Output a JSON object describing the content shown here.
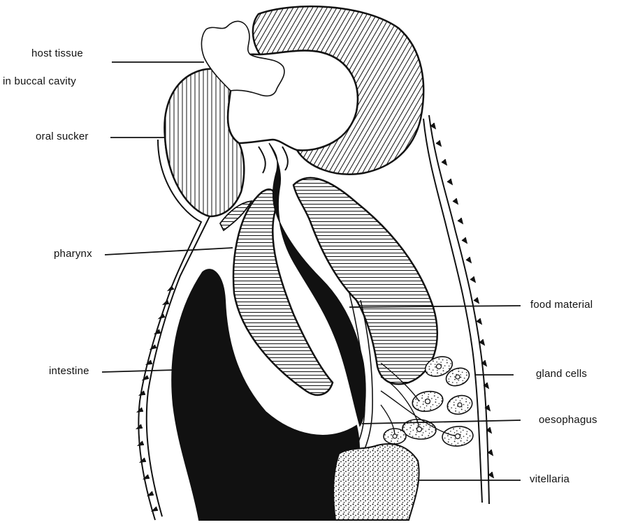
{
  "labels": {
    "host_tissue": "host tissue",
    "buccal_cavity": "in buccal cavity",
    "oral_sucker": "oral sucker",
    "pharynx": "pharynx",
    "food_material": "food material",
    "intestine": "intestine",
    "gland_cells": "gland cells",
    "oesophagus": "oesophagus",
    "vitellaria": "vitellaria"
  }
}
